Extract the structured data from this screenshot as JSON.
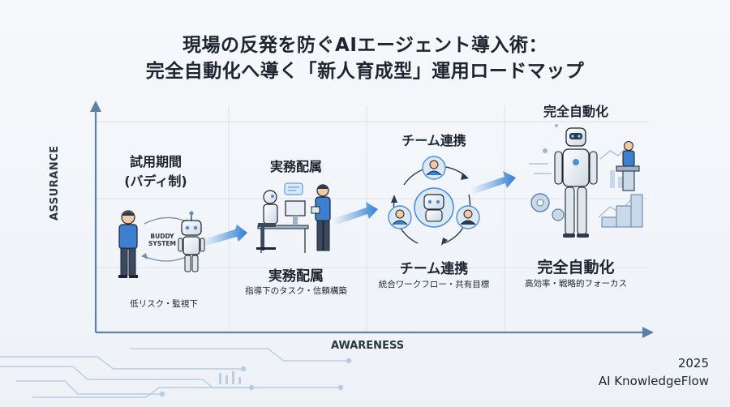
{
  "title": {
    "line1": "現場の反発を防ぐAIエージェント導入術：",
    "line2": "完全自動化へ導く「新人育成型」運用ロードマップ"
  },
  "axes": {
    "y": "ASSURANCE",
    "x": "AWARENESS"
  },
  "stages": [
    {
      "heading": "試用期間\n(バディ制)",
      "badge": "BUDDY\nSYSTEM",
      "caption": "低リスク・監視下"
    },
    {
      "heading": "実務配属",
      "label": "実務配属",
      "caption": "指導下のタスク・信頼構築"
    },
    {
      "heading": "チーム連携",
      "label": "チーム連携",
      "caption": "統合ワークフロー・共有目標"
    },
    {
      "heading": "完全自動化",
      "label": "完全自動化",
      "caption": "高効率・戦略的フォーカス"
    }
  ],
  "footer": {
    "year": "2025",
    "brand": "AI KnowledgeFlow"
  },
  "colors": {
    "accent": "#4a90d9",
    "dark": "#1c2530",
    "suit": "#3f7fcf"
  }
}
